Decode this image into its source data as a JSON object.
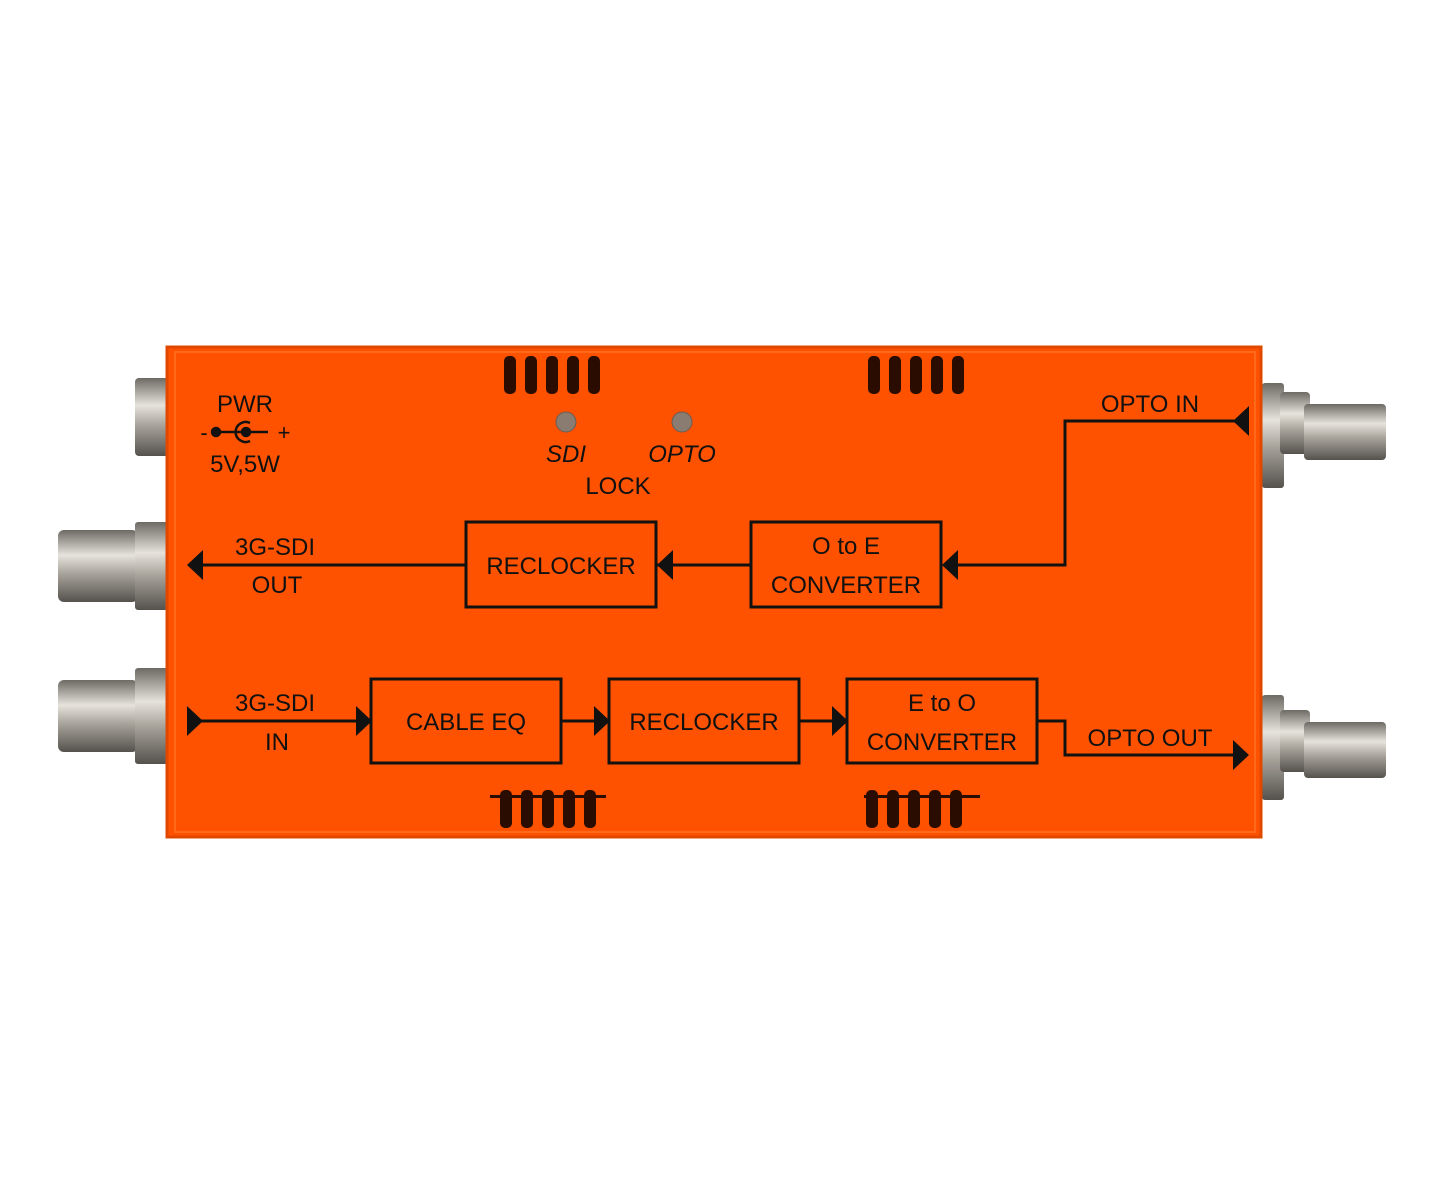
{
  "colors": {
    "body": "#ff5200",
    "edge": "#e84a00",
    "ink": "#111111",
    "metal": "#b8b4ac"
  },
  "power": {
    "label": "PWR",
    "polarity_minus": "-",
    "polarity_plus": "+",
    "rating": "5V,5W"
  },
  "leds": {
    "sdi": "SDI",
    "opto": "OPTO",
    "lock": "LOCK"
  },
  "top_path": {
    "out_label_1": "3G-SDI",
    "out_label_2": "OUT",
    "reclocker": "RECLOCKER",
    "o_to_e_1": "O to E",
    "o_to_e_2": "CONVERTER",
    "opto_in": "OPTO IN"
  },
  "bottom_path": {
    "in_label_1": "3G-SDI",
    "in_label_2": "IN",
    "cable_eq": "CABLE EQ",
    "reclocker": "RECLOCKER",
    "e_to_o_1": "E to O",
    "e_to_o_2": "CONVERTER",
    "opto_out": "OPTO OUT"
  }
}
